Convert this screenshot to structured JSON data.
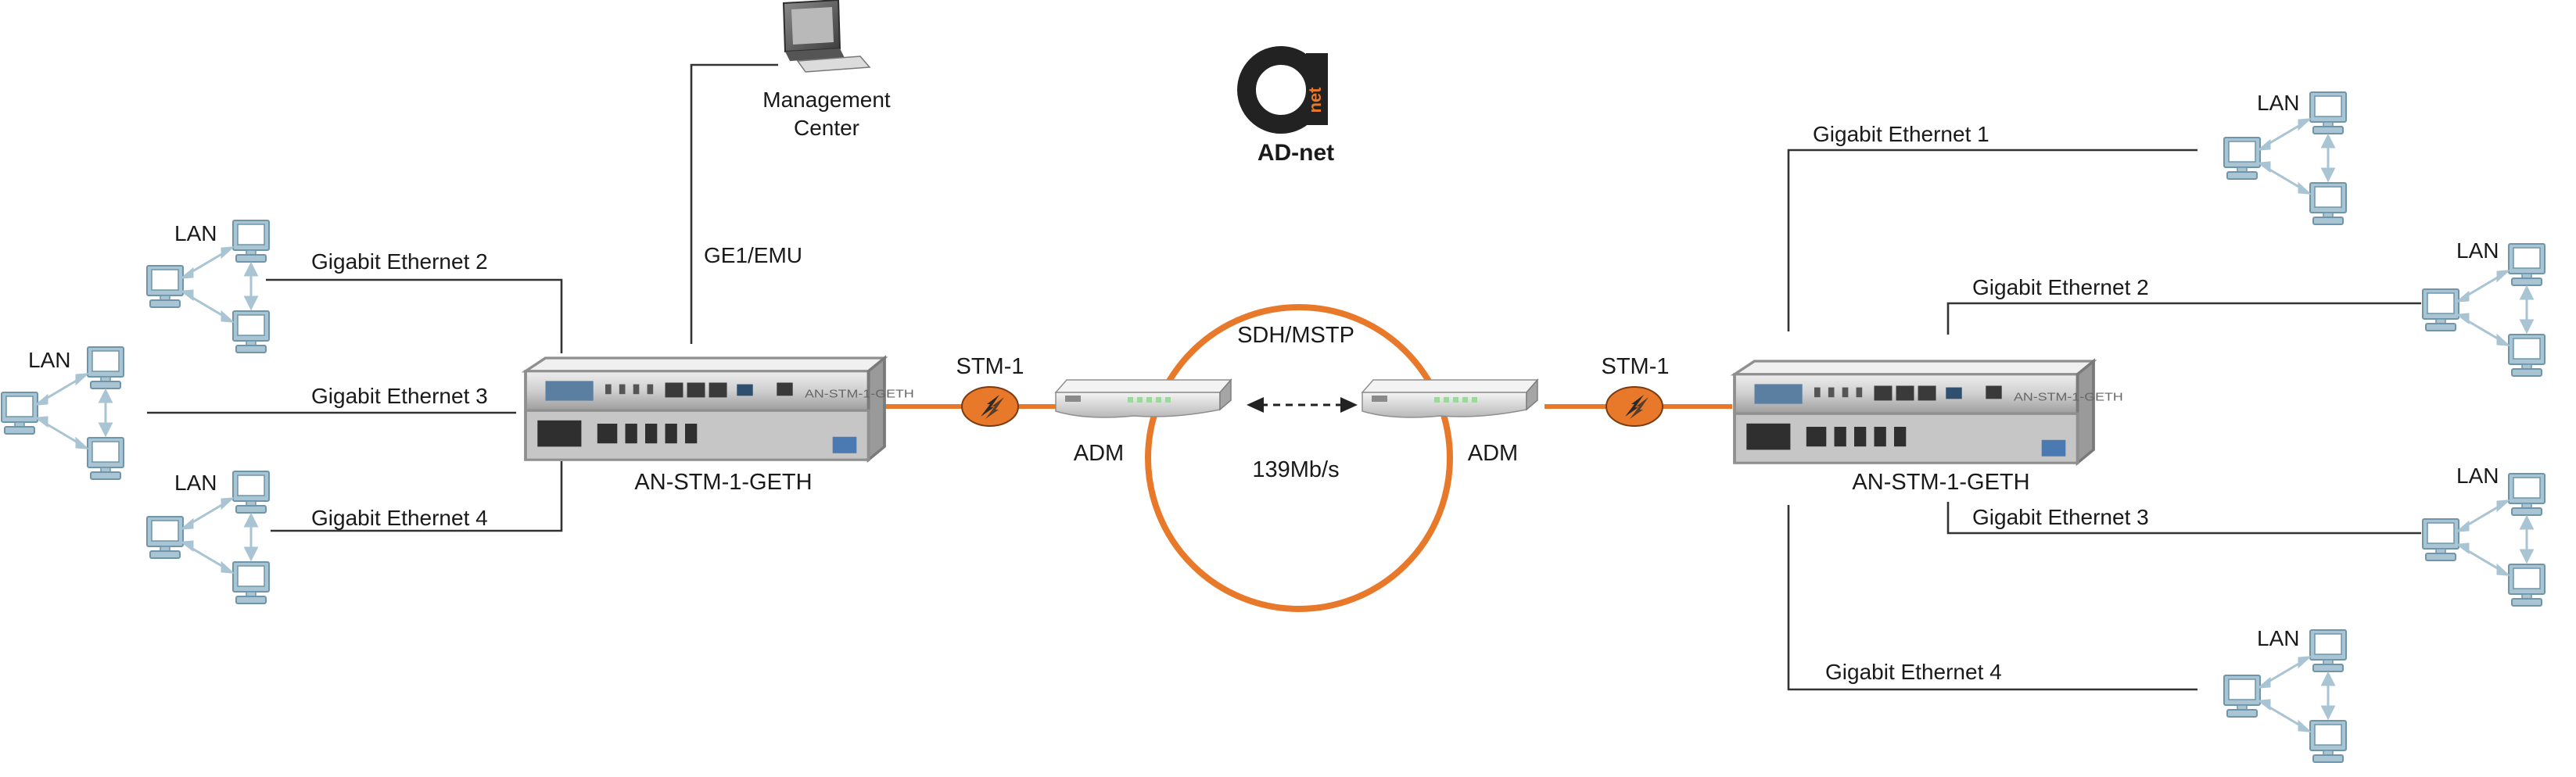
{
  "colors": {
    "fiber": "#e8792a",
    "pc_blue": "#a9c4d2",
    "pc_stroke": "#6e95a9",
    "device_body": "#d7d7d7",
    "device_dark": "#3a3a3a",
    "line": "#333333"
  },
  "logo": {
    "icon": "ad-net-logo",
    "name": "AD-net",
    "mark_text": "net"
  },
  "management": {
    "label_line1": "Management",
    "label_line2": "Center",
    "icon": "monitor-icon",
    "link_label": "GE1/EMU"
  },
  "network": {
    "protocol": "SDH/MSTP",
    "rate": "139Mb/s",
    "ring_icon": "sdh-ring"
  },
  "stm_links": {
    "left": "STM-1",
    "right": "STM-1"
  },
  "adm": {
    "left": "ADM",
    "right": "ADM"
  },
  "devices": {
    "left": "AN-STM-1-GETH",
    "right": "AN-STM-1-GETH",
    "panel_text": "AN-STM-1-GETH"
  },
  "left_links": [
    "Gigabit Ethernet 2",
    "Gigabit Ethernet 3",
    "Gigabit Ethernet 4"
  ],
  "right_links": [
    "Gigabit Ethernet 1",
    "Gigabit Ethernet 2",
    "Gigabit Ethernet 3",
    "Gigabit Ethernet 4"
  ],
  "lan_label": "LAN"
}
